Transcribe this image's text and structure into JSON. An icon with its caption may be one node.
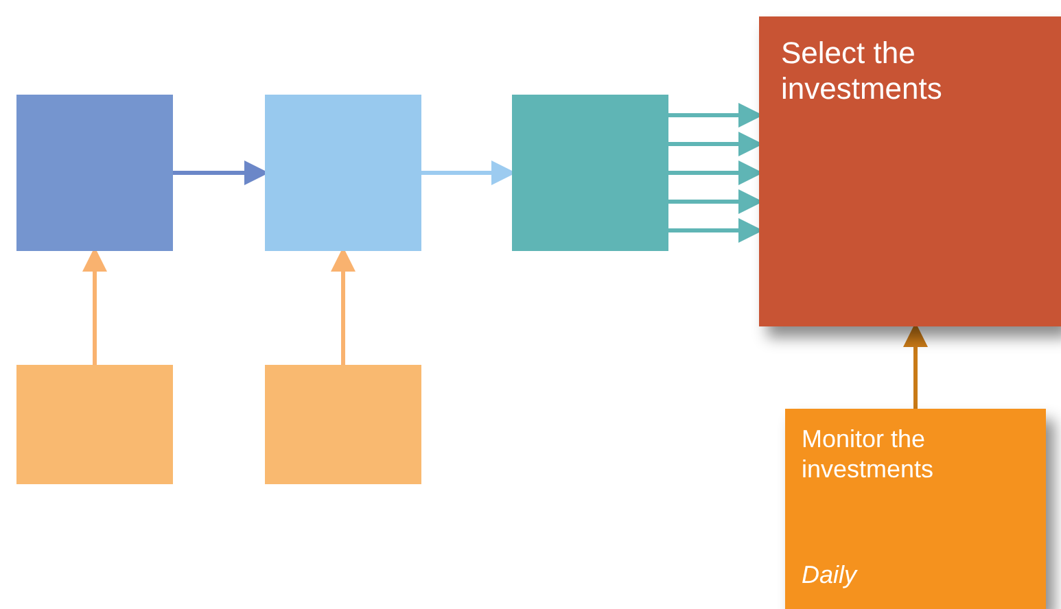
{
  "diagram": {
    "nodes": [
      {
        "text": [],
        "shape": "box"
      },
      {
        "text": [],
        "shape": "box"
      },
      {
        "text": [],
        "shape": "box"
      },
      {
        "text": [
          "Select the investments"
        ]
      },
      {
        "text": [],
        "shape": "box"
      },
      {
        "text": [],
        "shape": "box"
      },
      {
        "text": [
          "Monitor the investments",
          "Daily"
        ]
      }
    ],
    "edges": [
      {
        "from": 0,
        "to": 1,
        "arrow": "to",
        "color": "#6b87c8"
      },
      {
        "from": 1,
        "to": 2,
        "arrow": "to",
        "color": "#9ccbf0"
      },
      {
        "from": 2,
        "to": 3,
        "arrow": "to"
      },
      {
        "from": 2,
        "to": 3,
        "arrow": "to"
      },
      {
        "from": 2,
        "to": 3,
        "arrow": "to"
      },
      {
        "from": 2,
        "to": 3,
        "arrow": "to"
      },
      {
        "from": 2,
        "to": 3,
        "arrow": "to"
      },
      {
        "from": 4,
        "to": 0,
        "arrow": "to",
        "color": "#f9b26f"
      },
      {
        "from": 5,
        "to": 1,
        "arrow": "to",
        "color": "#f9b26f"
      },
      {
        "from": 6,
        "to": 3,
        "arrow": "to",
        "color": "#c97a17"
      }
    ]
  }
}
